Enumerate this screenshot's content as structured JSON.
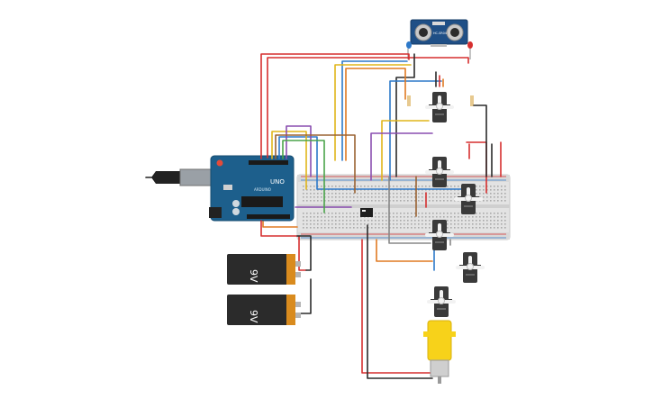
{
  "circuit": {
    "arduino": {
      "brand_label": "UNO",
      "logo_label": "ARDUINO"
    },
    "ultrasonic": {
      "label": "HC-SR04"
    },
    "batteries": [
      {
        "label": "9V"
      },
      {
        "label": "9V"
      }
    ],
    "servo_count": 6,
    "colors": {
      "arduino_board": "#1d5f8c",
      "breadboard": "#e3e3e3",
      "battery_body": "#2b2b2b",
      "battery_cap": "#d98b1e",
      "servo_body": "#3a3a3a",
      "servo_horn": "#f2f2f2",
      "dc_motor": "#f7d21a",
      "wire_red": "#d62f2f",
      "wire_black": "#2b2b2b",
      "wire_blue": "#2d79c9",
      "wire_yellow": "#e0b51a",
      "wire_orange": "#e07a22",
      "wire_purple": "#8a4fb0",
      "wire_brown": "#9a6333",
      "wire_green": "#4aa44a",
      "wire_gray": "#888888"
    }
  }
}
